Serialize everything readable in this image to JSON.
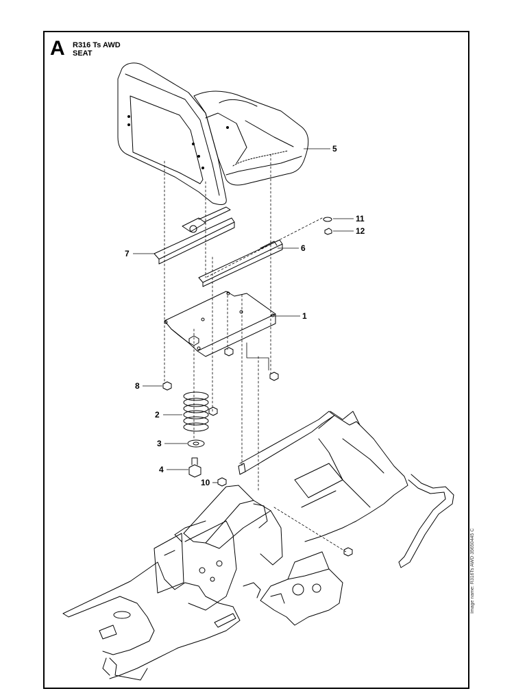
{
  "header": {
    "section_letter": "A",
    "model": "R316 Ts AWD",
    "section": "SEAT"
  },
  "callouts": [
    "1",
    "2",
    "3",
    "4",
    "5",
    "6",
    "7",
    "8",
    "10",
    "11",
    "12"
  ],
  "image_name": "Image name: R316Ts AWD 35650445 C"
}
